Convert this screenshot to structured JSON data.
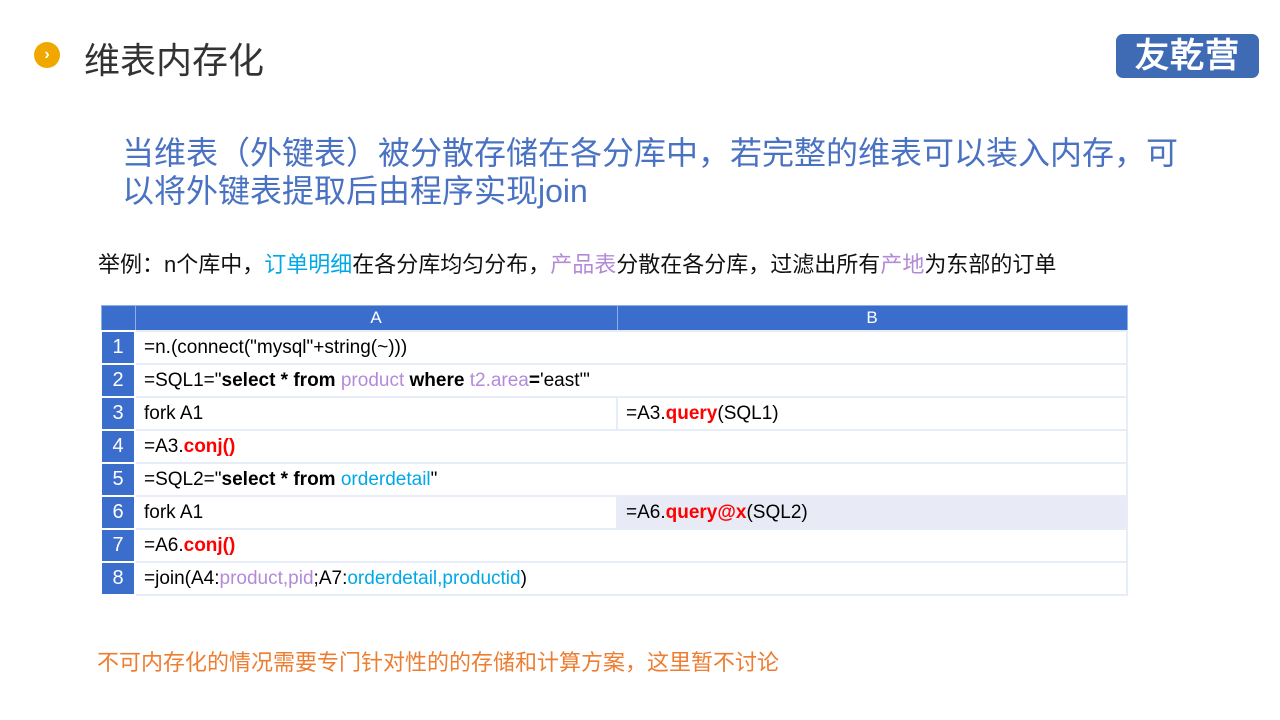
{
  "header": {
    "title": "维表内存化",
    "bullet_icon": "chevron-right-icon",
    "logo": "友乾营"
  },
  "lead": "当维表（外键表）被分散存储在各分库中，若完整的维表可以装入内存，可以将外键表提取后由程序实现join",
  "example": [
    {
      "t": "举例：n个库中，",
      "c": ""
    },
    {
      "t": "订单明细",
      "c": "cyan"
    },
    {
      "t": "在各分库均匀分布，",
      "c": ""
    },
    {
      "t": "产品表",
      "c": "purple"
    },
    {
      "t": "分散在各分库，过滤出所有",
      "c": ""
    },
    {
      "t": "产地",
      "c": "purple"
    },
    {
      "t": "为东部的订单",
      "c": ""
    }
  ],
  "table": {
    "columns": [
      "A",
      "B"
    ],
    "rows": [
      {
        "n": "1",
        "a": [
          {
            "t": "=n.(connect(\"mysql\"+string(~)))",
            "c": ""
          }
        ],
        "b": null
      },
      {
        "n": "2",
        "a": [
          {
            "t": "=SQL1=\"",
            "c": ""
          },
          {
            "t": "select * from ",
            "c": "bold"
          },
          {
            "t": "product",
            "c": "purple"
          },
          {
            "t": " where ",
            "c": "bold"
          },
          {
            "t": "t2.area",
            "c": "purple"
          },
          {
            "t": "=",
            "c": "bold"
          },
          {
            "t": "'east'\"",
            "c": ""
          }
        ],
        "b": null
      },
      {
        "n": "3",
        "a": [
          {
            "t": "fork A1",
            "c": ""
          }
        ],
        "b": [
          {
            "t": "=A3.",
            "c": ""
          },
          {
            "t": "query",
            "c": "red"
          },
          {
            "t": "(SQL1)",
            "c": ""
          }
        ]
      },
      {
        "n": "4",
        "a": [
          {
            "t": "=A3.",
            "c": ""
          },
          {
            "t": "conj()",
            "c": "red"
          }
        ],
        "b": null
      },
      {
        "n": "5",
        "a": [
          {
            "t": "=SQL2=\"",
            "c": ""
          },
          {
            "t": "select * from ",
            "c": "bold"
          },
          {
            "t": "orderdetail",
            "c": "cyan"
          },
          {
            "t": "\"",
            "c": ""
          }
        ],
        "b": null
      },
      {
        "n": "6",
        "a": [
          {
            "t": "fork A1",
            "c": ""
          }
        ],
        "b": [
          {
            "t": "=A6.",
            "c": ""
          },
          {
            "t": "query@x",
            "c": "red"
          },
          {
            "t": "(SQL2)",
            "c": ""
          }
        ],
        "b_selected": true
      },
      {
        "n": "7",
        "a": [
          {
            "t": "=A6.",
            "c": ""
          },
          {
            "t": "conj()",
            "c": "red"
          }
        ],
        "b": null
      },
      {
        "n": "8",
        "a": [
          {
            "t": "=join(A4:",
            "c": ""
          },
          {
            "t": "product,pid",
            "c": "purple"
          },
          {
            "t": ";A7:",
            "c": ""
          },
          {
            "t": "orderdetail,productid",
            "c": "cyan"
          },
          {
            "t": ")",
            "c": ""
          }
        ],
        "b": null
      }
    ]
  },
  "note": "不可内存化的情况需要专门针对性的的存储和计算方案，这里暂不讨论"
}
